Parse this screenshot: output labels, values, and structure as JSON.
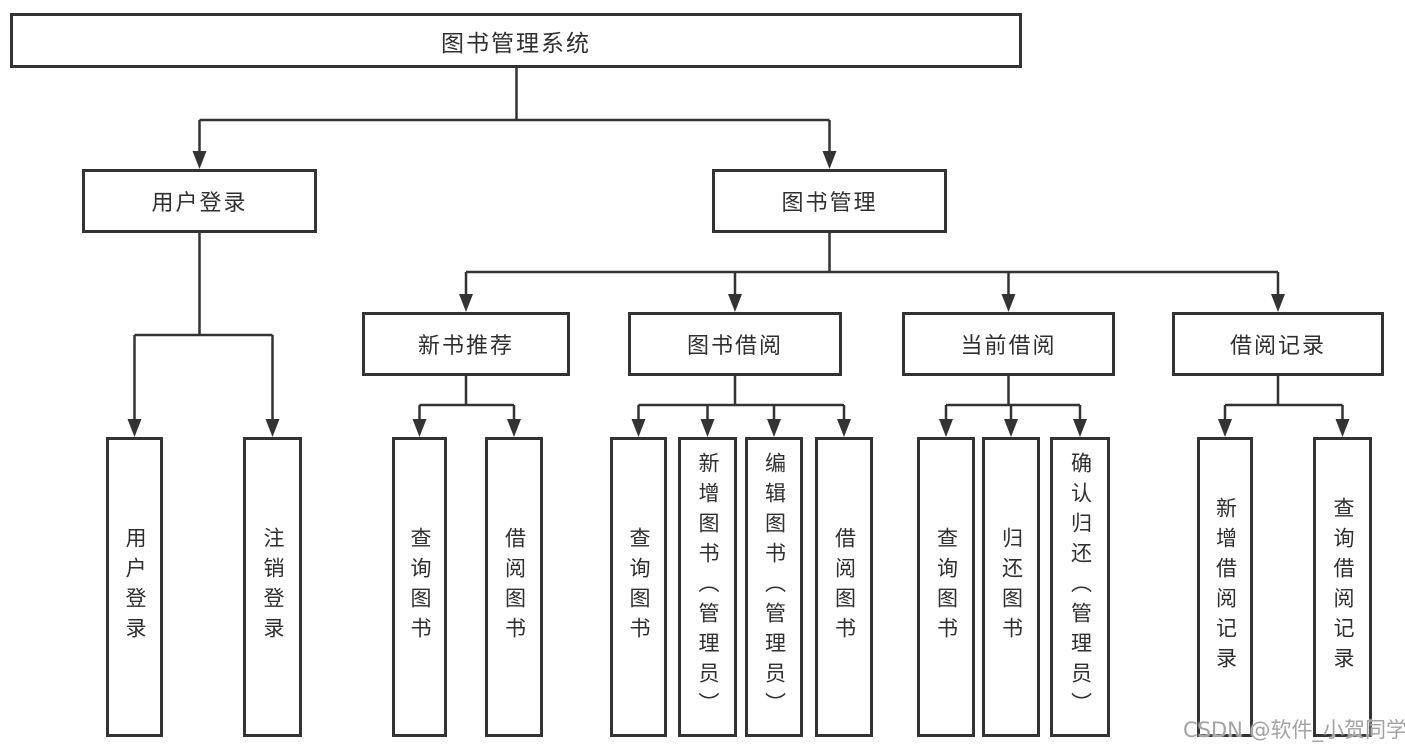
{
  "page": {
    "background_color": "#ffffff",
    "line_color": "#333333",
    "text_color": "#2f2f2f",
    "watermark_color": "#a3a3a3"
  },
  "tree": {
    "root": {
      "label": "图书管理系统"
    },
    "branches": [
      {
        "label": "用户登录",
        "children": [
          {
            "label": "用户登录"
          },
          {
            "label": "注销登录"
          }
        ]
      },
      {
        "label": "图书管理",
        "children": [
          {
            "label": "新书推荐",
            "children": [
              {
                "label": "查询图书"
              },
              {
                "label": "借阅图书"
              }
            ]
          },
          {
            "label": "图书借阅",
            "children": [
              {
                "label": "查询图书"
              },
              {
                "label": "新增图书（管理员）"
              },
              {
                "label": "编辑图书（管理员）"
              },
              {
                "label": "借阅图书"
              }
            ]
          },
          {
            "label": "当前借阅",
            "children": [
              {
                "label": "查询图书"
              },
              {
                "label": "归还图书"
              },
              {
                "label": "确认归还（管理员）"
              }
            ]
          },
          {
            "label": "借阅记录",
            "children": [
              {
                "label": "新增借阅记录"
              },
              {
                "label": "查询借阅记录"
              }
            ]
          }
        ]
      }
    ]
  },
  "watermark": {
    "text": "CSDN @软件_小贺同学"
  }
}
